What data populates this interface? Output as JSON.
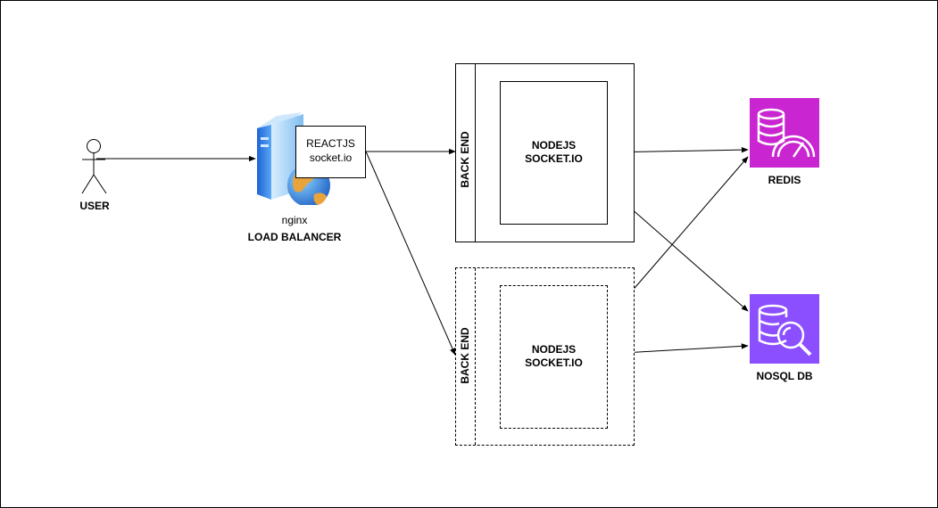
{
  "user": {
    "label": "USER"
  },
  "load_balancer": {
    "name": "nginx",
    "label": "LOAD BALANCER"
  },
  "frontend": {
    "line1": "REACTJS",
    "line2": "socket.io"
  },
  "backend_1": {
    "label": "BACK END",
    "service_line1": "NODEJS",
    "service_line2": "SOCKET.IO"
  },
  "backend_2": {
    "label": "BACK END",
    "service_line1": "NODEJS",
    "service_line2": "SOCKET.IO"
  },
  "redis": {
    "label": "REDIS",
    "color": "#C925D1"
  },
  "nosql": {
    "label": "NOSQL DB",
    "color": "#8C4FFF"
  },
  "icons": {
    "user": "stick-figure-icon",
    "server": "web-server-icon",
    "redis": "redis-database-icon",
    "nosql": "nosql-database-icon"
  }
}
